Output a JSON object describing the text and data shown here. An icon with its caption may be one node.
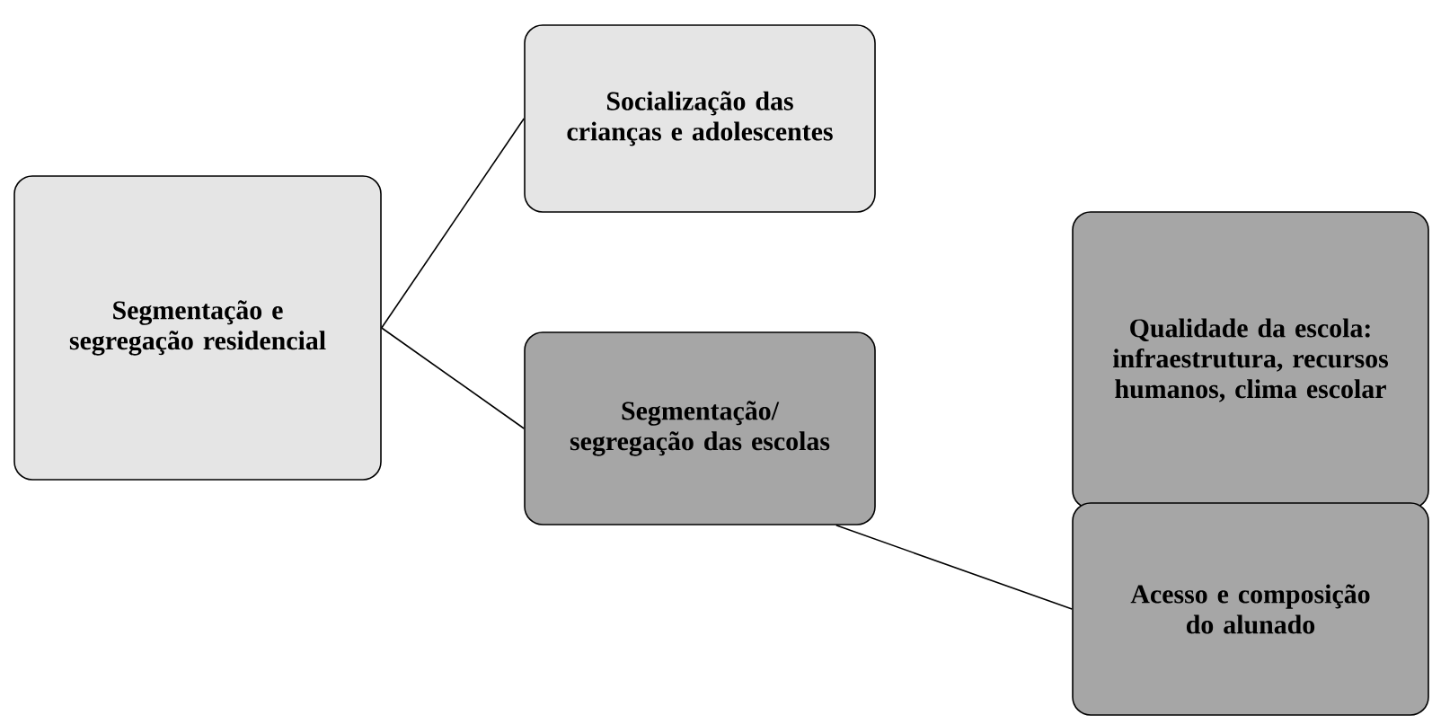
{
  "diagram": {
    "nodes": [
      {
        "text": [
          "Segmentação e segregação residencial"
        ]
      },
      {
        "text": [
          "Socialização das crianças e adolescentes"
        ]
      },
      {
        "text": [
          "Segmentação/ segregação das escolas"
        ]
      },
      {
        "text": [
          "Qualidade da escola: infraestrutura, recursos humanos, clima escolar"
        ]
      },
      {
        "text": [
          "Acesso e composição do alunado"
        ]
      }
    ],
    "edges": [
      {
        "from": 0,
        "to": 1,
        "arrow": "none"
      },
      {
        "from": 0,
        "to": 2,
        "arrow": "none"
      },
      {
        "from": 2,
        "to": 4,
        "arrow": "none"
      }
    ]
  }
}
